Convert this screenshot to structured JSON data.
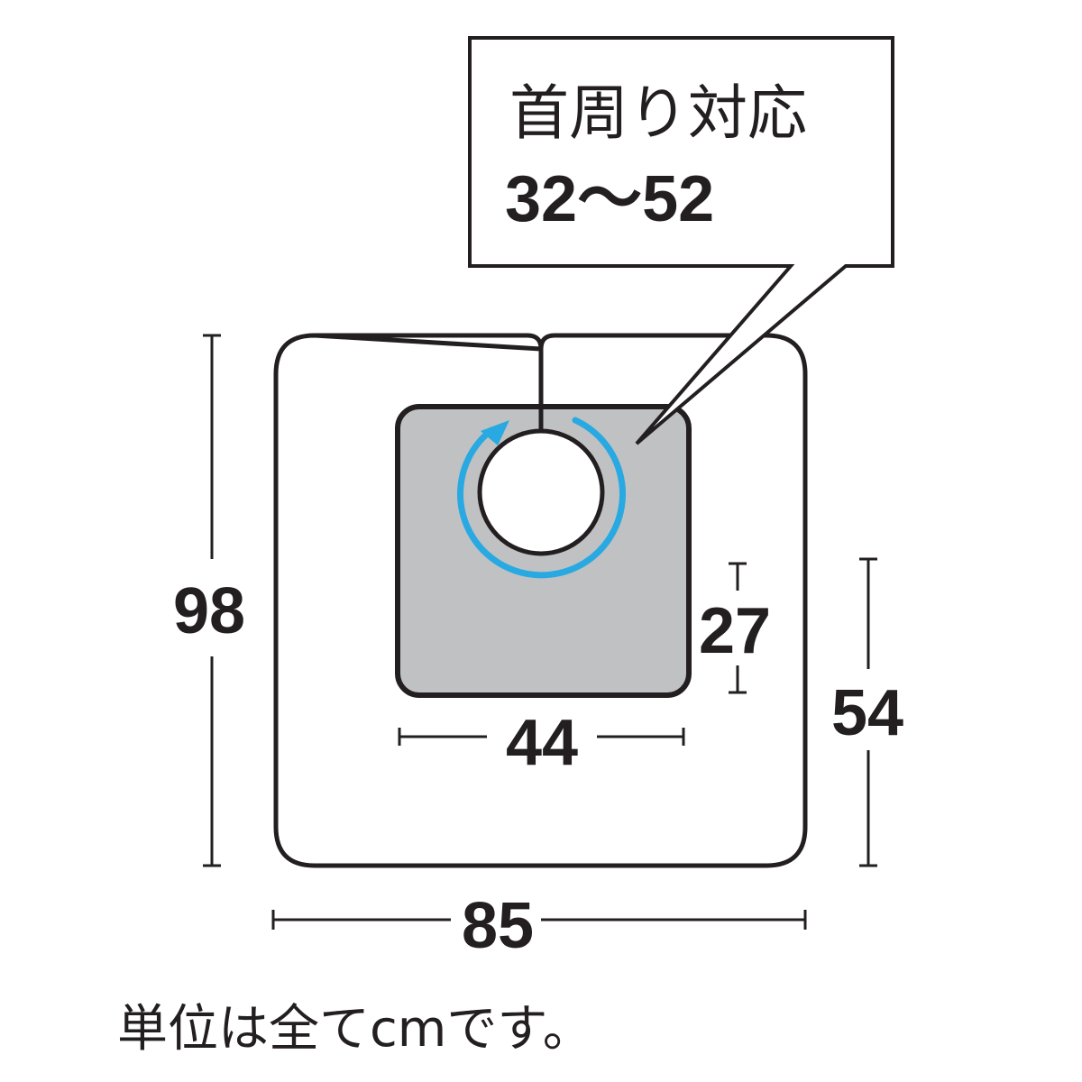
{
  "callout": {
    "label": "首周り対応",
    "range": "32～52"
  },
  "dimensions": {
    "total_height": "98",
    "total_width": "85",
    "pocket_width": "44",
    "pocket_height": "27",
    "lower_height": "54"
  },
  "footnote": "単位は全てcmです。",
  "colors": {
    "stroke": "#231f20",
    "pocket_fill": "#c0c1c3",
    "arrow_blue": "#29a9e1",
    "background": "#ffffff"
  }
}
